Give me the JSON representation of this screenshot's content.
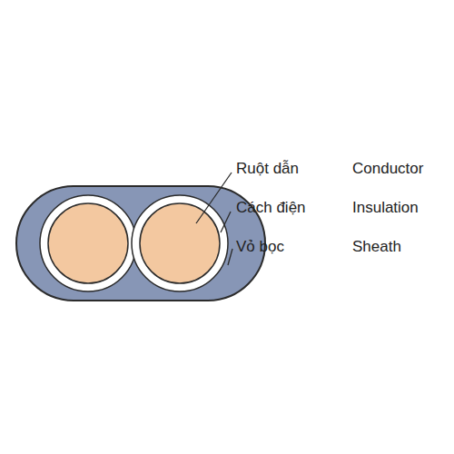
{
  "diagram": {
    "labels": [
      "Ruột dẫn",
      "Conductor",
      "Cách điện",
      "Insulation",
      "Vỏ bọc",
      "Sheath"
    ]
  }
}
